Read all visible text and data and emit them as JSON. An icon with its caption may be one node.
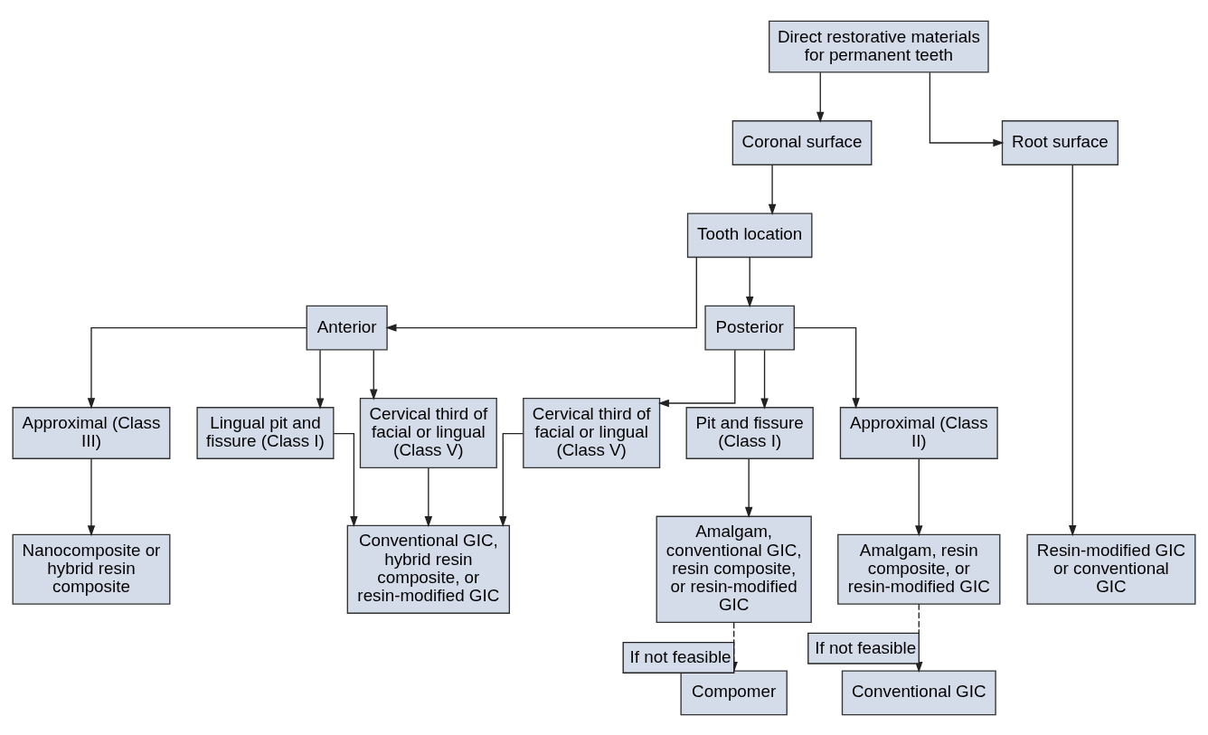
{
  "diagram": {
    "nodes": [
      {
        "text": [
          "Direct restorative materials for permanent teeth"
        ]
      },
      {
        "text": [
          "Coronal surface"
        ]
      },
      {
        "text": [
          "Root surface"
        ]
      },
      {
        "text": [
          "Tooth location"
        ]
      },
      {
        "text": [
          "Anterior"
        ]
      },
      {
        "text": [
          "Posterior"
        ]
      },
      {
        "text": [
          "Approximal (Class III)"
        ]
      },
      {
        "text": [
          "Lingual pit and fissure (Class I)"
        ]
      },
      {
        "text": [
          "Cervical third of facial or lingual (Class V)"
        ]
      },
      {
        "text": [
          "Cervical third of facial or lingual (Class V)"
        ]
      },
      {
        "text": [
          "Pit and fissure (Class I)"
        ]
      },
      {
        "text": [
          "Approximal (Class II)"
        ]
      },
      {
        "text": [
          "Nanocomposite or hybrid resin composite"
        ]
      },
      {
        "text": [
          "Conventional GIC, hybrid resin composite, or resin-modified GIC"
        ]
      },
      {
        "text": [
          "Amalgam, conventional GIC, resin composite, or resin-modified GIC"
        ]
      },
      {
        "text": [
          "Amalgam, resin composite, or resin-modified GIC"
        ]
      },
      {
        "text": [
          "Resin-modified GIC or conventional GIC"
        ]
      },
      {
        "text": [
          "Compomer"
        ]
      },
      {
        "text": [
          "Conventional GIC"
        ]
      }
    ],
    "edges": [
      {
        "from": 0,
        "to": 1,
        "arrow": "to"
      },
      {
        "from": 0,
        "to": 2,
        "arrow": "to"
      },
      {
        "from": 1,
        "to": 3,
        "arrow": "to"
      },
      {
        "from": 3,
        "to": 4,
        "arrow": "to"
      },
      {
        "from": 3,
        "to": 5,
        "arrow": "to"
      },
      {
        "from": 4,
        "to": 6,
        "arrow": "to"
      },
      {
        "from": 4,
        "to": 7,
        "arrow": "to"
      },
      {
        "from": 4,
        "to": 8,
        "arrow": "to"
      },
      {
        "from": 5,
        "to": 9,
        "arrow": "to"
      },
      {
        "from": 5,
        "to": 10,
        "arrow": "to"
      },
      {
        "from": 5,
        "to": 11,
        "arrow": "to"
      },
      {
        "from": 6,
        "to": 12,
        "arrow": "to"
      },
      {
        "from": 7,
        "to": 13,
        "arrow": "to"
      },
      {
        "from": 8,
        "to": 13,
        "arrow": "to"
      },
      {
        "from": 9,
        "to": 13,
        "arrow": "to"
      },
      {
        "from": 10,
        "to": 14,
        "arrow": "to"
      },
      {
        "from": 11,
        "to": 15,
        "arrow": "to"
      },
      {
        "from": 2,
        "to": 16,
        "arrow": "to"
      },
      {
        "from": 14,
        "to": 17,
        "arrow": "to",
        "label": "If not feasible",
        "style": "dashed"
      },
      {
        "from": 15,
        "to": 18,
        "arrow": "to",
        "label": "If not feasible",
        "style": "dashed"
      }
    ]
  }
}
